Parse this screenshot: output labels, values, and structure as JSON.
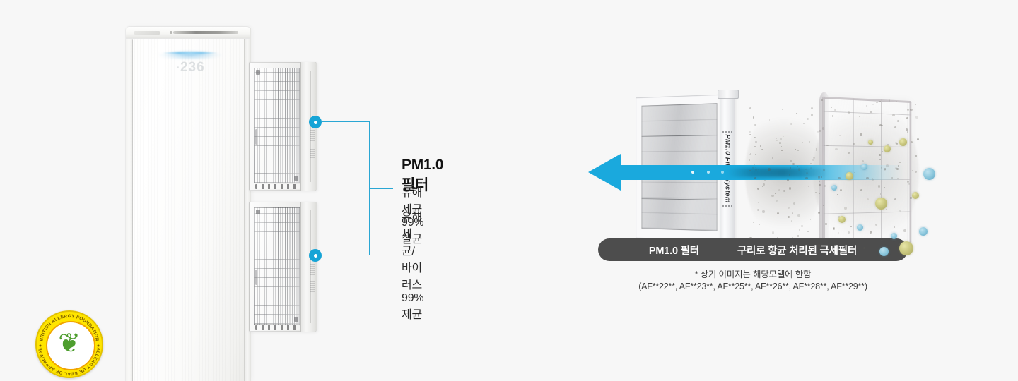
{
  "background_color": "#f7f7f7",
  "accent_color": "#16a4d6",
  "pill_color": "#4d4d4d",
  "product": {
    "name": "air-purifier",
    "display_reading": "236",
    "display_dot": "·"
  },
  "callout": {
    "title": "PM1.0 필터",
    "line1": "유해세균 99% 살균",
    "line2": "유해세균/바이러스 99% 제균"
  },
  "badge": {
    "outer_text_top": "BRITISH ALLERGY FOUNDATION",
    "outer_text_bottom": "ALLERGY UK SEAL OF APPROVAL",
    "leaf_glyph": "❦",
    "ring_color": "#ffe500",
    "leaf_color": "#4e9e2f"
  },
  "diagram": {
    "vertical_label": "PM1.0 Filter System",
    "pill": {
      "left_label": "PM1.0 필터",
      "right_label": "구리로 항균 처리된 극세필터"
    },
    "note_line1": "* 상기 이미지는 해당모델에 한함",
    "note_line2": "(AF**22**, AF**23**, AF**25**, AF**26**, AF**28**, AF**29**)"
  }
}
